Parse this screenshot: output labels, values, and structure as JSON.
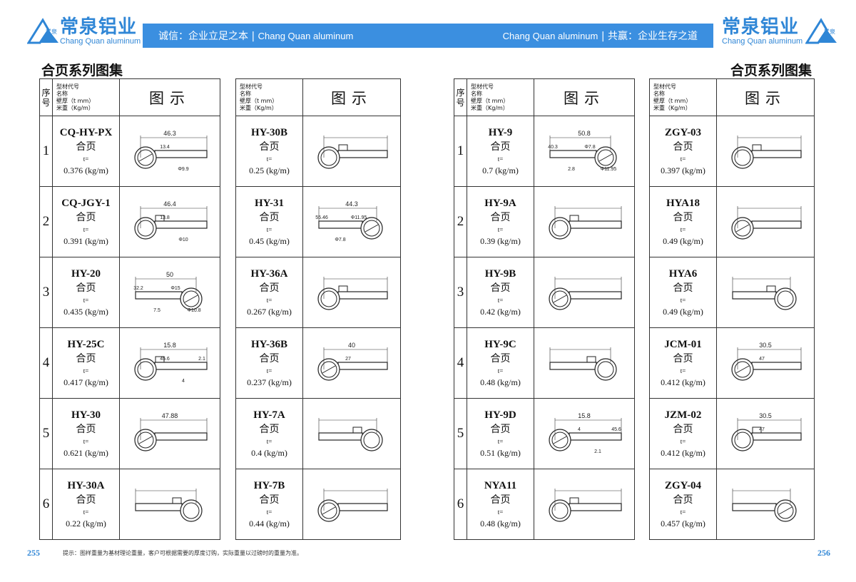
{
  "brand": {
    "name_cn": "常泉铝业",
    "name_en": "Chang Quan aluminum",
    "mark_text": "常泉",
    "color": "#2f86d6"
  },
  "banner": {
    "left_cn": "诚信：企业立足之本",
    "left_en": "Chang Quan aluminum",
    "right_en": "Chang Quan aluminum",
    "right_cn": "共赢：企业生存之道",
    "color": "#3b8fe0"
  },
  "section_title": "合页系列图集",
  "table_header": {
    "seq": "序号",
    "name_lines": [
      "型材代号",
      "名称",
      "壁厚（t mm）",
      "米重（Kg/m）"
    ],
    "figure": "图示"
  },
  "left_page": {
    "number": "255",
    "rows": [
      {
        "seq": "1",
        "items": [
          {
            "code": "CQ-HY-PX",
            "name": "合页",
            "t": "t=",
            "weight": "0.376 (kg/m)",
            "dims": [
              "46.3",
              "13.4",
              "Φ9.9"
            ]
          },
          {
            "code": "HY-30B",
            "name": "合页",
            "t": "t=",
            "weight": "0.25 (kg/m)",
            "dims": []
          }
        ]
      },
      {
        "seq": "2",
        "items": [
          {
            "code": "CQ-JGY-1",
            "name": "合页",
            "t": "t=",
            "weight": "0.391 (kg/m)",
            "dims": [
              "46.4",
              "13.8",
              "Φ10"
            ]
          },
          {
            "code": "HY-31",
            "name": "合页",
            "t": "t=",
            "weight": "0.45 (kg/m)",
            "dims": [
              "44.3",
              "55.46",
              "Φ7.8",
              "Φ11.95"
            ]
          }
        ]
      },
      {
        "seq": "3",
        "items": [
          {
            "code": "HY-20",
            "name": "合页",
            "t": "t=",
            "weight": "0.435 (kg/m)",
            "dims": [
              "50",
              "32.2",
              "7.5",
              "Φ15",
              "Φ10.8"
            ]
          },
          {
            "code": "HY-36A",
            "name": "合页",
            "t": "t=",
            "weight": "0.267 (kg/m)",
            "dims": []
          }
        ]
      },
      {
        "seq": "4",
        "items": [
          {
            "code": "HY-25C",
            "name": "合页",
            "t": "t=",
            "weight": "0.417 (kg/m)",
            "dims": [
              "15.8",
              "45.6",
              "4",
              "2.1"
            ]
          },
          {
            "code": "HY-36B",
            "name": "合页",
            "t": "t=",
            "weight": "0.237 (kg/m)",
            "dims": [
              "40",
              "27"
            ]
          }
        ]
      },
      {
        "seq": "5",
        "items": [
          {
            "code": "HY-30",
            "name": "合页",
            "t": "t=",
            "weight": "0.621 (kg/m)",
            "dims": [
              "47.88"
            ]
          },
          {
            "code": "HY-7A",
            "name": "合页",
            "t": "t=",
            "weight": "0.4 (kg/m)",
            "dims": []
          }
        ]
      },
      {
        "seq": "6",
        "items": [
          {
            "code": "HY-30A",
            "name": "合页",
            "t": "t=",
            "weight": "0.22 (kg/m)",
            "dims": []
          },
          {
            "code": "HY-7B",
            "name": "合页",
            "t": "t=",
            "weight": "0.44 (kg/m)",
            "dims": []
          }
        ]
      }
    ]
  },
  "right_page": {
    "number": "256",
    "rows": [
      {
        "seq": "1",
        "items": [
          {
            "code": "HY-9",
            "name": "合页",
            "t": "t=",
            "weight": "0.7 (kg/m)",
            "dims": [
              "50.8",
              "40.3",
              "2.8",
              "Φ7.8",
              "Φ11.95"
            ]
          },
          {
            "code": "ZGY-03",
            "name": "合页",
            "t": "t=",
            "weight": "0.397 (kg/m)",
            "dims": []
          }
        ]
      },
      {
        "seq": "2",
        "items": [
          {
            "code": "HY-9A",
            "name": "合页",
            "t": "t=",
            "weight": "0.39 (kg/m)",
            "dims": []
          },
          {
            "code": "HYA18",
            "name": "合页",
            "t": "t=",
            "weight": "0.49 (kg/m)",
            "dims": []
          }
        ]
      },
      {
        "seq": "3",
        "items": [
          {
            "code": "HY-9B",
            "name": "合页",
            "t": "t=",
            "weight": "0.42 (kg/m)",
            "dims": []
          },
          {
            "code": "HYA6",
            "name": "合页",
            "t": "t=",
            "weight": "0.49 (kg/m)",
            "dims": []
          }
        ]
      },
      {
        "seq": "4",
        "items": [
          {
            "code": "HY-9C",
            "name": "合页",
            "t": "t=",
            "weight": "0.48 (kg/m)",
            "dims": []
          },
          {
            "code": "JCM-01",
            "name": "合页",
            "t": "t=",
            "weight": "0.412 (kg/m)",
            "dims": [
              "30.5",
              "47"
            ]
          }
        ]
      },
      {
        "seq": "5",
        "items": [
          {
            "code": "HY-9D",
            "name": "合页",
            "t": "t=",
            "weight": "0.51 (kg/m)",
            "dims": [
              "15.8",
              "4",
              "2.1",
              "45.6"
            ]
          },
          {
            "code": "JZM-02",
            "name": "合页",
            "t": "t=",
            "weight": "0.412 (kg/m)",
            "dims": [
              "30.5",
              "47"
            ]
          }
        ]
      },
      {
        "seq": "6",
        "items": [
          {
            "code": "NYA11",
            "name": "合页",
            "t": "t=",
            "weight": "0.48 (kg/m)",
            "dims": []
          },
          {
            "code": "ZGY-04",
            "name": "合页",
            "t": "t=",
            "weight": "0.457 (kg/m)",
            "dims": []
          }
        ]
      }
    ]
  },
  "footer_note": "提示：图样重量为基材理论重量，客户可根据需要的厚度订购，实际重量以过磅时的重量为准。"
}
